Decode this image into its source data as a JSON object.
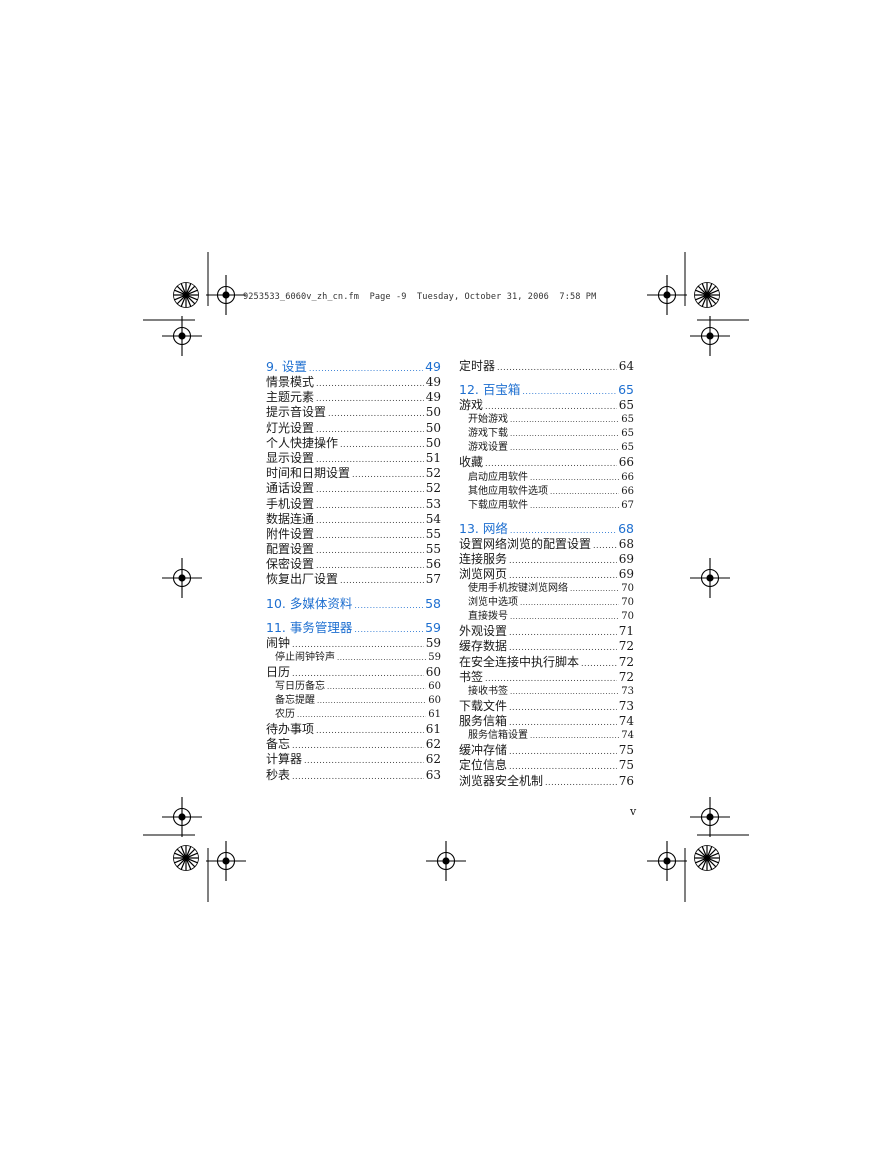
{
  "header": {
    "line": "9253533_6060v_zh_cn.fm  Page -9  Tuesday, October 31, 2006  7:58 PM"
  },
  "toc": {
    "left": [
      {
        "text": "9. 设置",
        "page": "49",
        "kind": "chapter"
      },
      {
        "text": "情景模式",
        "page": "49",
        "kind": "entry"
      },
      {
        "text": "主题元素",
        "page": "49",
        "kind": "entry"
      },
      {
        "text": "提示音设置",
        "page": "50",
        "kind": "entry"
      },
      {
        "text": "灯光设置",
        "page": "50",
        "kind": "entry"
      },
      {
        "text": "个人快捷操作",
        "page": "50",
        "kind": "entry"
      },
      {
        "text": "显示设置",
        "page": "51",
        "kind": "entry"
      },
      {
        "text": "时间和日期设置",
        "page": "52",
        "kind": "entry"
      },
      {
        "text": "通话设置",
        "page": "52",
        "kind": "entry"
      },
      {
        "text": "手机设置",
        "page": "53",
        "kind": "entry"
      },
      {
        "text": "数据连通",
        "page": "54",
        "kind": "entry"
      },
      {
        "text": "附件设置",
        "page": "55",
        "kind": "entry"
      },
      {
        "text": "配置设置",
        "page": "55",
        "kind": "entry"
      },
      {
        "text": "保密设置",
        "page": "56",
        "kind": "entry"
      },
      {
        "text": "恢复出厂设置",
        "page": "57",
        "kind": "entry"
      },
      {
        "kind": "gap"
      },
      {
        "text": "10. 多媒体资料",
        "page": "58",
        "kind": "chapter"
      },
      {
        "kind": "gap"
      },
      {
        "text": "11. 事务管理器",
        "page": "59",
        "kind": "chapter"
      },
      {
        "text": "闹钟",
        "page": "59",
        "kind": "entry"
      },
      {
        "text": "停止闹钟铃声",
        "page": "59",
        "kind": "sub"
      },
      {
        "text": "日历",
        "page": "60",
        "kind": "entry"
      },
      {
        "text": "写日历备忘",
        "page": "60",
        "kind": "sub"
      },
      {
        "text": "备忘提醒",
        "page": "60",
        "kind": "sub"
      },
      {
        "text": "农历",
        "page": "61",
        "kind": "sub"
      },
      {
        "text": "待办事项",
        "page": "61",
        "kind": "entry"
      },
      {
        "text": "备忘",
        "page": "62",
        "kind": "entry"
      },
      {
        "text": "计算器",
        "page": "62",
        "kind": "entry"
      },
      {
        "text": "秒表",
        "page": "63",
        "kind": "entry"
      }
    ],
    "right": [
      {
        "text": "定时器",
        "page": "64",
        "kind": "entry"
      },
      {
        "kind": "gap"
      },
      {
        "text": "12. 百宝箱",
        "page": "65",
        "kind": "chapter"
      },
      {
        "text": "游戏",
        "page": "65",
        "kind": "entry"
      },
      {
        "text": "开始游戏",
        "page": "65",
        "kind": "sub"
      },
      {
        "text": "游戏下载",
        "page": "65",
        "kind": "sub"
      },
      {
        "text": "游戏设置",
        "page": "65",
        "kind": "sub"
      },
      {
        "text": "收藏",
        "page": "66",
        "kind": "entry"
      },
      {
        "text": "启动应用软件",
        "page": "66",
        "kind": "sub"
      },
      {
        "text": "其他应用软件选项",
        "page": "66",
        "kind": "sub"
      },
      {
        "text": "下载应用软件",
        "page": "67",
        "kind": "sub"
      },
      {
        "kind": "gap"
      },
      {
        "text": "13. 网络",
        "page": "68",
        "kind": "chapter"
      },
      {
        "text": "设置网络浏览的配置设置",
        "page": "68",
        "kind": "entry"
      },
      {
        "text": "连接服务",
        "page": "69",
        "kind": "entry"
      },
      {
        "text": "浏览网页",
        "page": "69",
        "kind": "entry"
      },
      {
        "text": "使用手机按键浏览网络",
        "page": "70",
        "kind": "sub"
      },
      {
        "text": "浏览中选项",
        "page": "70",
        "kind": "sub"
      },
      {
        "text": "直接拨号",
        "page": "70",
        "kind": "sub"
      },
      {
        "text": "外观设置",
        "page": "71",
        "kind": "entry"
      },
      {
        "text": "缓存数据",
        "page": "72",
        "kind": "entry"
      },
      {
        "text": "在安全连接中执行脚本",
        "page": "72",
        "kind": "entry"
      },
      {
        "text": "书签",
        "page": "72",
        "kind": "entry"
      },
      {
        "text": "接收书签",
        "page": "73",
        "kind": "sub"
      },
      {
        "text": "下载文件",
        "page": "73",
        "kind": "entry"
      },
      {
        "text": "服务信箱",
        "page": "74",
        "kind": "entry"
      },
      {
        "text": "服务信箱设置",
        "page": "74",
        "kind": "sub"
      },
      {
        "text": "缓冲存储",
        "page": "75",
        "kind": "entry"
      },
      {
        "text": "定位信息",
        "page": "75",
        "kind": "entry"
      },
      {
        "text": "浏览器安全机制",
        "page": "76",
        "kind": "entry"
      }
    ]
  },
  "footer": {
    "page_number": "v"
  },
  "colors": {
    "chapter": "#1e6fd0",
    "text": "#1a1a1a"
  }
}
